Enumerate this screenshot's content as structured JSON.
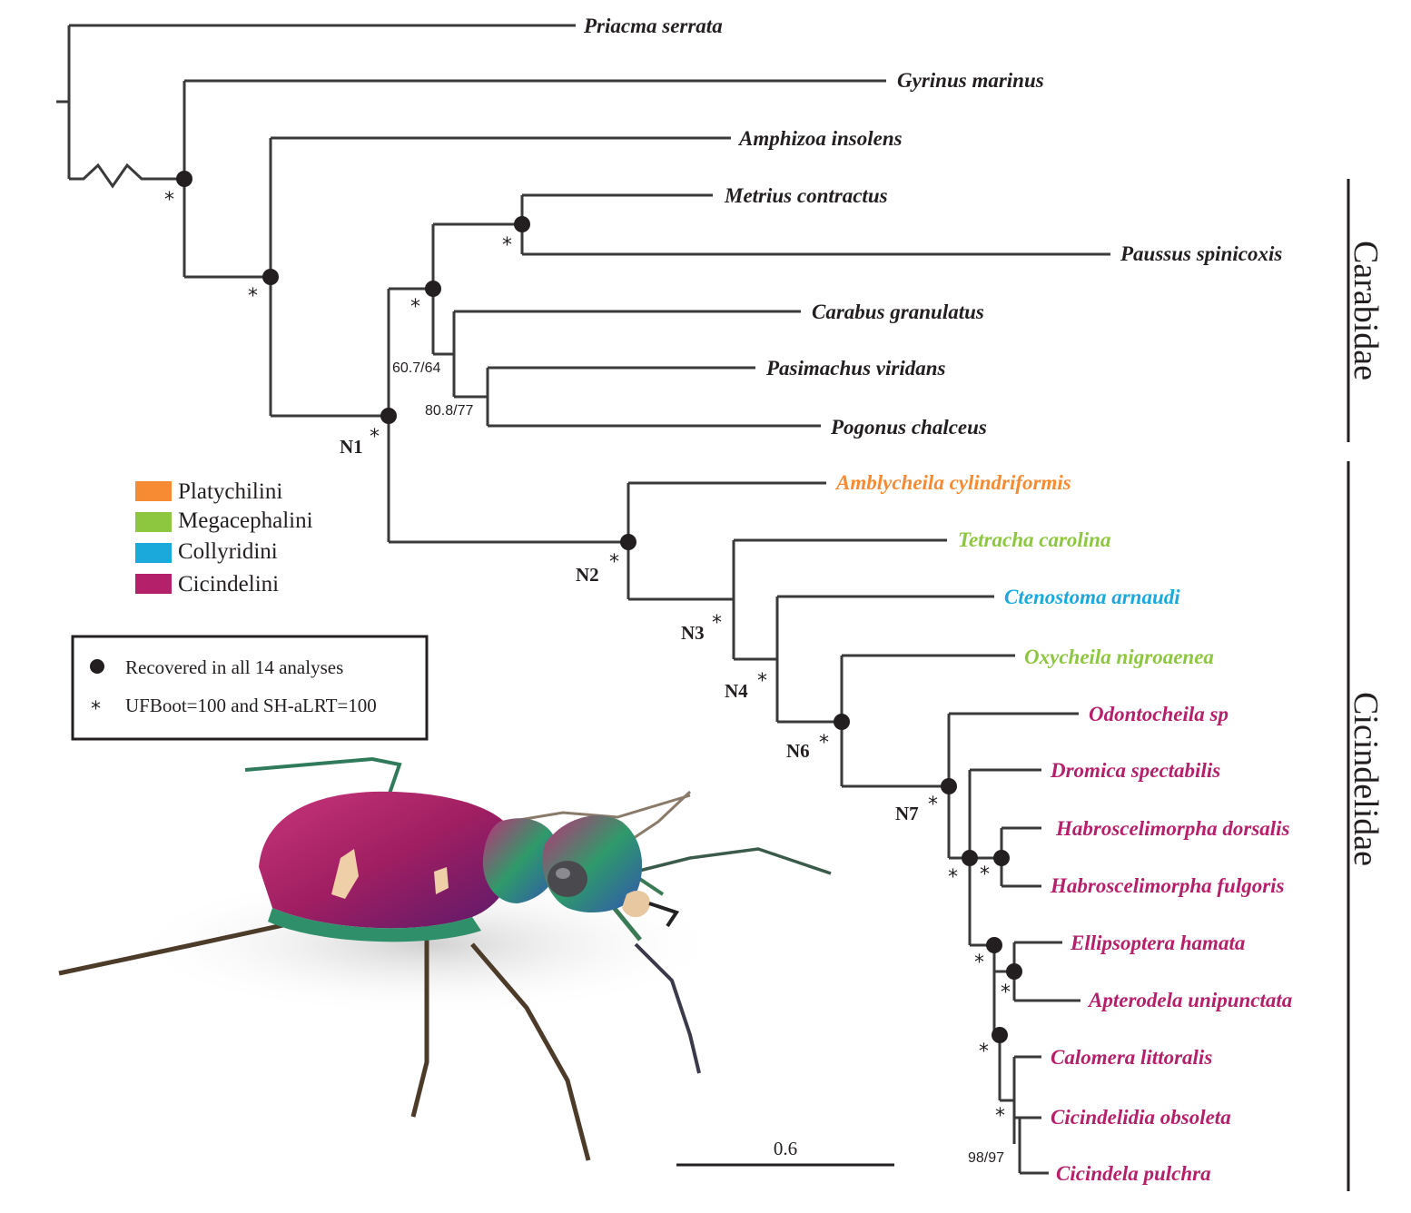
{
  "taxa": {
    "priacma": "Priacma serrata",
    "gyrinus": "Gyrinus marinus",
    "amphizoa": "Amphizoa insolens",
    "metrius": "Metrius contractus",
    "paussus": "Paussus spinicoxis",
    "carabus": "Carabus granulatus",
    "pasimachus": "Pasimachus viridans",
    "pogonus": "Pogonus chalceus",
    "amblycheila": "Amblycheila cylindriformis",
    "tetracha": "Tetracha carolina",
    "ctenostoma": "Ctenostoma arnaudi",
    "oxycheila": "Oxycheila nigroaenea",
    "odontocheila": "Odontocheila sp",
    "dromica": "Dromica spectabilis",
    "habro_dorsalis": "Habroscelimorpha dorsalis",
    "habro_fulgoris": "Habroscelimorpha fulgoris",
    "ellipsoptera": "Ellipsoptera hamata",
    "apterodela": "Apterodela unipunctata",
    "calomera": "Calomera littoralis",
    "cicindelidia": "Cicindelidia obsoleta",
    "cicindela": "Cicindela pulchra"
  },
  "node_labels": {
    "n1": "N1",
    "n2": "N2",
    "n3": "N3",
    "n4": "N4",
    "n6": "N6",
    "n7": "N7"
  },
  "support_values": {
    "carabus_clade": "60.7/64",
    "pasimachus_pogonus": "80.8/77",
    "cicindelidia_cicindela": "98/97"
  },
  "asterisk": "*",
  "clades": {
    "carabidae": "Carabidae",
    "cicindelidae": "Cicindelidae"
  },
  "tribe_legend": [
    {
      "label": "Platychilini",
      "color": "#f68b33"
    },
    {
      "label": "Megacephalini",
      "color": "#8dc63f"
    },
    {
      "label": "Collyridini",
      "color": "#1ba9dc"
    },
    {
      "label": "Cicindelini",
      "color": "#b5206b"
    }
  ],
  "key": {
    "dot_label": "Recovered in all 14 analyses",
    "star_label": "UFBoot=100 and SH-aLRT=100"
  },
  "scale_bar_label": "0.6",
  "colors": {
    "branch": "#3a3a3a",
    "text": "#231f20",
    "platychilini": "#f68b33",
    "megacephalini": "#8dc63f",
    "collyridini": "#1ba9dc",
    "cicindelini": "#b5206b"
  }
}
